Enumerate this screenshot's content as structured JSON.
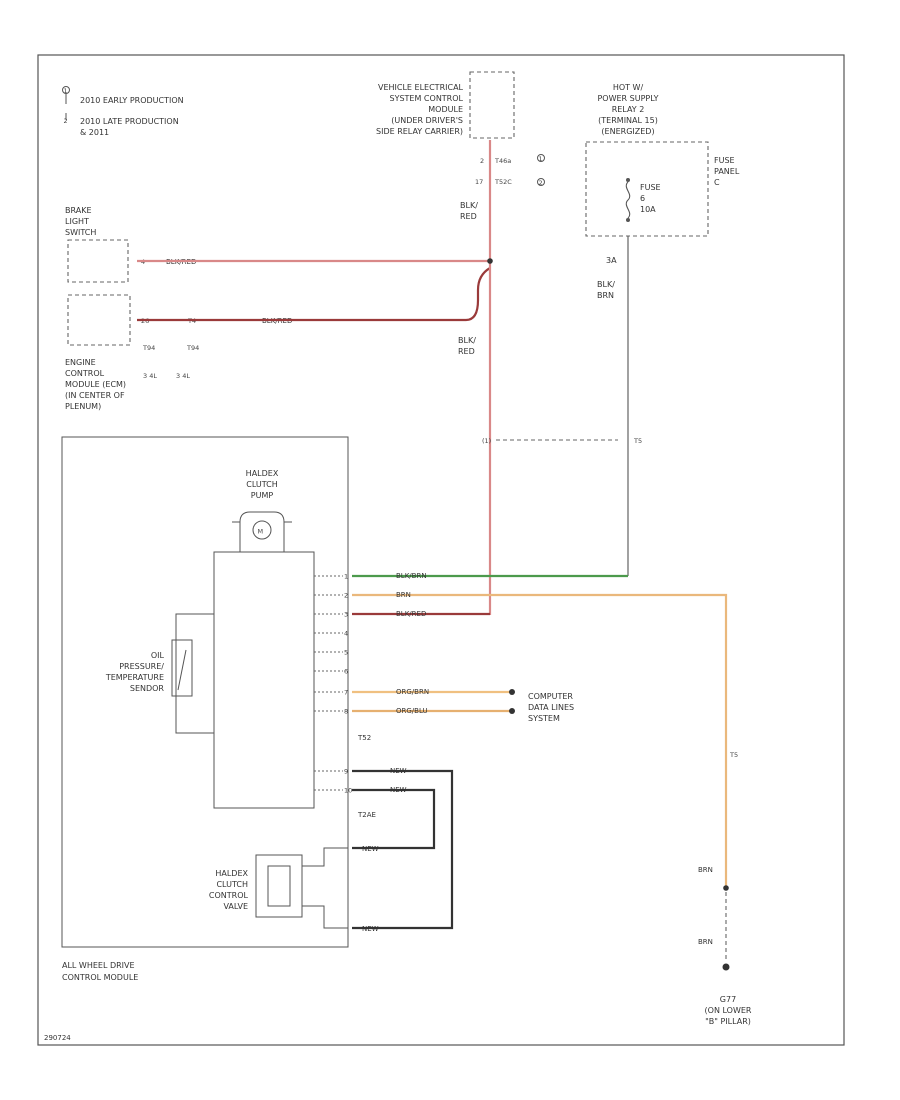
{
  "legend": {
    "early": "2010 EARLY PRODUCTION",
    "late1": "2010 LATE PRODUCTION",
    "late2": "& 2011"
  },
  "vescm": {
    "lines": [
      "VEHICLE ELECTRICAL",
      "SYSTEM CONTROL",
      "MODULE",
      "(UNDER DRIVER'S",
      "SIDE RELAY CARRIER)"
    ],
    "conn1": "T46a",
    "conn2": "T52C"
  },
  "relay": {
    "lines": [
      "HOT W/",
      "POWER SUPPLY",
      "RELAY 2",
      "(TERMINAL 15)",
      "(ENERGIZED)"
    ]
  },
  "fuse_panel": {
    "lines": [
      "FUSE",
      "PANEL",
      "C"
    ]
  },
  "fuse": {
    "lines": [
      "FUSE",
      "6",
      "10A"
    ]
  },
  "brake_switch": {
    "lines": [
      "BRAKE",
      "LIGHT",
      "SWITCH"
    ],
    "pin": "4",
    "wire": "BLK/RED"
  },
  "ecm": {
    "lines": [
      "ENGINE",
      "CONTROL",
      "MODULE (ECM)",
      "(IN CENTER OF",
      "PLENUM)"
    ],
    "pin_a": "26",
    "pin_b": "T4",
    "wire": "BLK/RED",
    "conn_a": "T94",
    "conn_b": "T94",
    "note_a": "3 4L",
    "note_b": "3 4L"
  },
  "wire_labels": {
    "vescm_color1": "BLK/",
    "vescm_color2": "RED",
    "feed_color1": "BLK/",
    "feed_color2": "RED",
    "relay_pin": "3A",
    "relay_color1": "BLK/",
    "relay_color2": "BRN"
  },
  "splices": {
    "s1": "(1)",
    "s2": "T5",
    "s3": "T5"
  },
  "awd": {
    "lines": [
      "ALL WHEEL DRIVE",
      "CONTROL MODULE"
    ],
    "pump": [
      "HALDEX",
      "CLUTCH",
      "PUMP"
    ],
    "pump_motor": "M",
    "sensor": [
      "OIL",
      "PRESSURE/",
      "TEMPERATURE",
      "SENDOR"
    ],
    "valve": [
      "HALDEX",
      "CLUTCH",
      "CONTROL",
      "VALVE"
    ],
    "conn_main": "T52",
    "conn_sub": "T2AE"
  },
  "pins": [
    {
      "num": "1",
      "wire": "BLK/BRN"
    },
    {
      "num": "2",
      "wire": "BRN"
    },
    {
      "num": "3",
      "wire": "BLK/RED"
    },
    {
      "num": "4",
      "wire": ""
    },
    {
      "num": "5",
      "wire": ""
    },
    {
      "num": "6",
      "wire": ""
    },
    {
      "num": "7",
      "wire": "ORG/BRN"
    },
    {
      "num": "8",
      "wire": "ORG/BLU"
    },
    {
      "num": "9",
      "wire": "NEW"
    },
    {
      "num": "10",
      "wire": "NEW"
    }
  ],
  "valve_wires": {
    "w1": "NEW",
    "w2": "NEW"
  },
  "data_lines": [
    "COMPUTER",
    "DATA LINES",
    "SYSTEM"
  ],
  "ground": {
    "color1": "BRN",
    "color2": "BRN",
    "lines": [
      "G77",
      "(ON LOWER",
      "\"B\" PILLAR)"
    ]
  },
  "diagram_id": "290724",
  "colors": {
    "red": "#d98888",
    "dark_red": "#9a3a3a",
    "green": "#4c9a4c",
    "orange": "#f0c080",
    "tan": "#eab87c",
    "dark": "#333333",
    "gray": "#888888"
  }
}
